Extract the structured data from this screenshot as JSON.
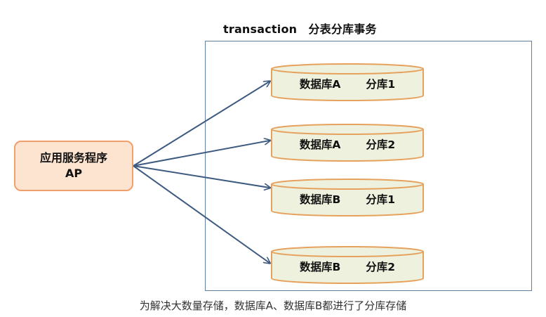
{
  "diagram": {
    "title": "transaction　分表分库事务",
    "app_node": {
      "line1": "应用服务程序",
      "line2": "AP"
    },
    "databases": [
      {
        "db": "数据库A",
        "shard": "分库1"
      },
      {
        "db": "数据库A",
        "shard": "分库2"
      },
      {
        "db": "数据库B",
        "shard": "分库1"
      },
      {
        "db": "数据库B",
        "shard": "分库2"
      }
    ],
    "caption": "为解决大数量存储，数据库A、数据库B都进行了分库存储"
  },
  "colors": {
    "app_fill": "#fde4d0",
    "app_border": "#f2a06b",
    "db_fill": "#edf1dd",
    "db_border": "#e6a15c",
    "arrow": "#3d5a80",
    "boundary": "#5c7fa3"
  }
}
